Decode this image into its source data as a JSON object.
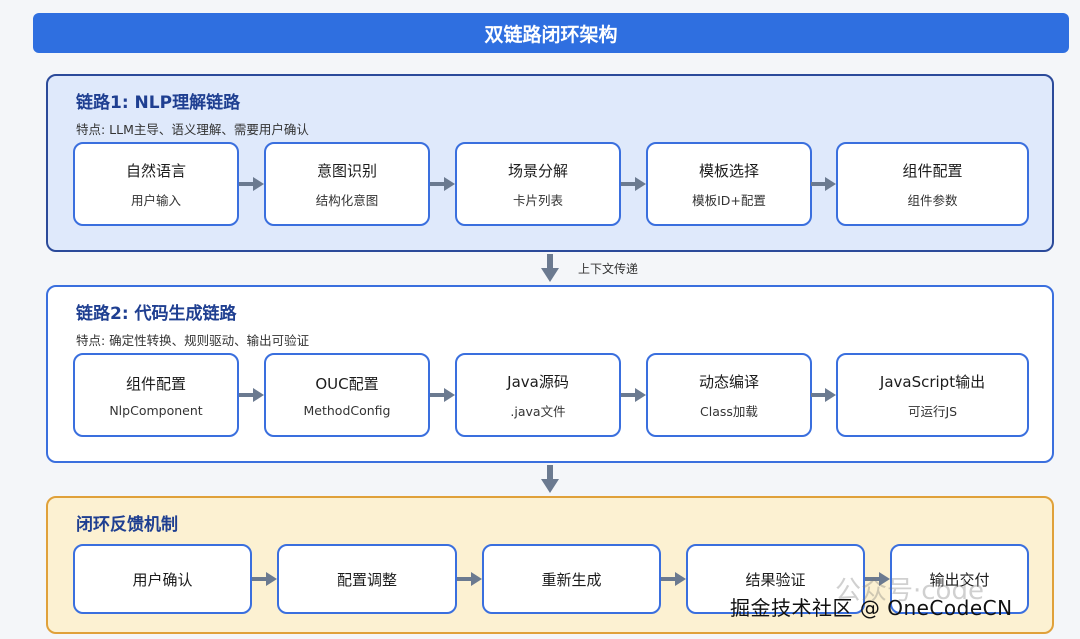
{
  "title": "双链路闭环架构",
  "chain1": {
    "title": "链路1: NLP理解链路",
    "subtitle": "特点: LLM主导、语义理解、需要用户确认",
    "nodes": [
      {
        "main": "自然语言",
        "sub": "用户输入"
      },
      {
        "main": "意图识别",
        "sub": "结构化意图"
      },
      {
        "main": "场景分解",
        "sub": "卡片列表"
      },
      {
        "main": "模板选择",
        "sub": "模板ID+配置"
      },
      {
        "main": "组件配置",
        "sub": "组件参数"
      }
    ]
  },
  "between_label": "上下文传递",
  "chain2": {
    "title": "链路2: 代码生成链路",
    "subtitle": "特点: 确定性转换、规则驱动、输出可验证",
    "nodes": [
      {
        "main": "组件配置",
        "sub": "NlpComponent"
      },
      {
        "main": "OUC配置",
        "sub": "MethodConfig"
      },
      {
        "main": "Java源码",
        "sub": ".java文件"
      },
      {
        "main": "动态编译",
        "sub": "Class加载"
      },
      {
        "main": "JavaScript输出",
        "sub": "可运行JS"
      }
    ]
  },
  "feedback": {
    "title": "闭环反馈机制",
    "nodes": [
      "用户确认",
      "配置调整",
      "重新生成",
      "结果验证",
      "输出交付"
    ]
  },
  "watermark": {
    "text": "掘金技术社区 @ OneCodeCN",
    "faint": "公众号·code"
  },
  "colors": {
    "title_bar": "#2f6fe0",
    "chain1_bg": "#dfe9fb",
    "chain1_border": "#2b4a9a",
    "chain2_border": "#3a6fde",
    "feedback_bg": "#fcf1d2",
    "feedback_border": "#e0a13a",
    "arrow": "#6b7a90"
  }
}
